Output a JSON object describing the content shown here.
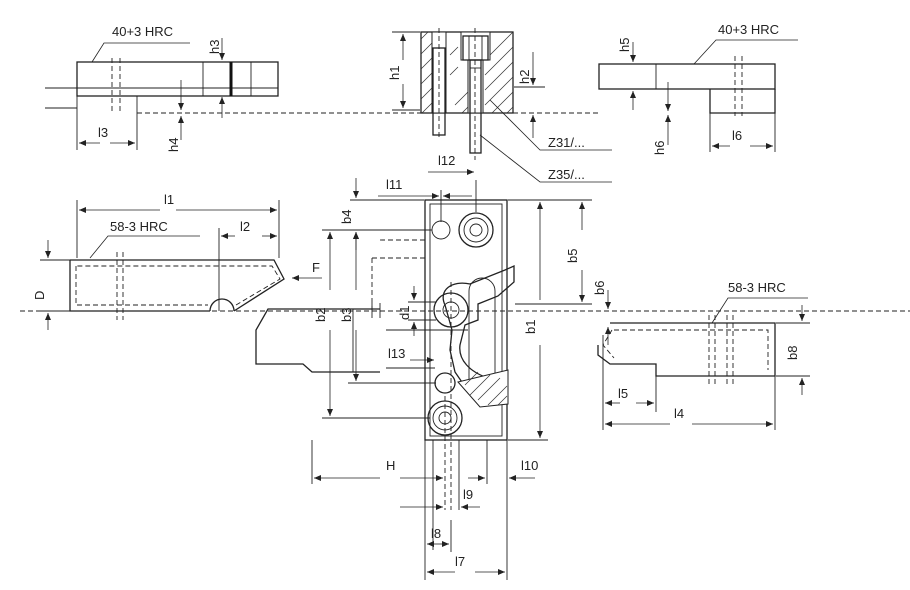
{
  "hardness": {
    "top_left": "40+3 HRC",
    "top_right": "40+3 HRC",
    "left_slider": "58-3 HRC",
    "right_slider": "58-3 HRC"
  },
  "codes": {
    "z31": "Z31/...",
    "z35": "Z35/..."
  },
  "dimensions": {
    "h1": "h1",
    "h2": "h2",
    "h3": "h3",
    "h4": "h4",
    "h5": "h5",
    "h6": "h6",
    "l1": "l1",
    "l2": "l2",
    "l3": "l3",
    "l4": "l4",
    "l5": "l5",
    "l6": "l6",
    "l7": "l7",
    "l8": "l8",
    "l9": "l9",
    "l10": "l10",
    "l11": "l11",
    "l12": "l12",
    "l13": "l13",
    "b1": "b1",
    "b2": "b2",
    "b3": "b3",
    "b4": "b4",
    "b5": "b5",
    "b6": "b6",
    "b8": "b8",
    "d1": "d1",
    "D": "D",
    "F": "F",
    "H": "H"
  }
}
